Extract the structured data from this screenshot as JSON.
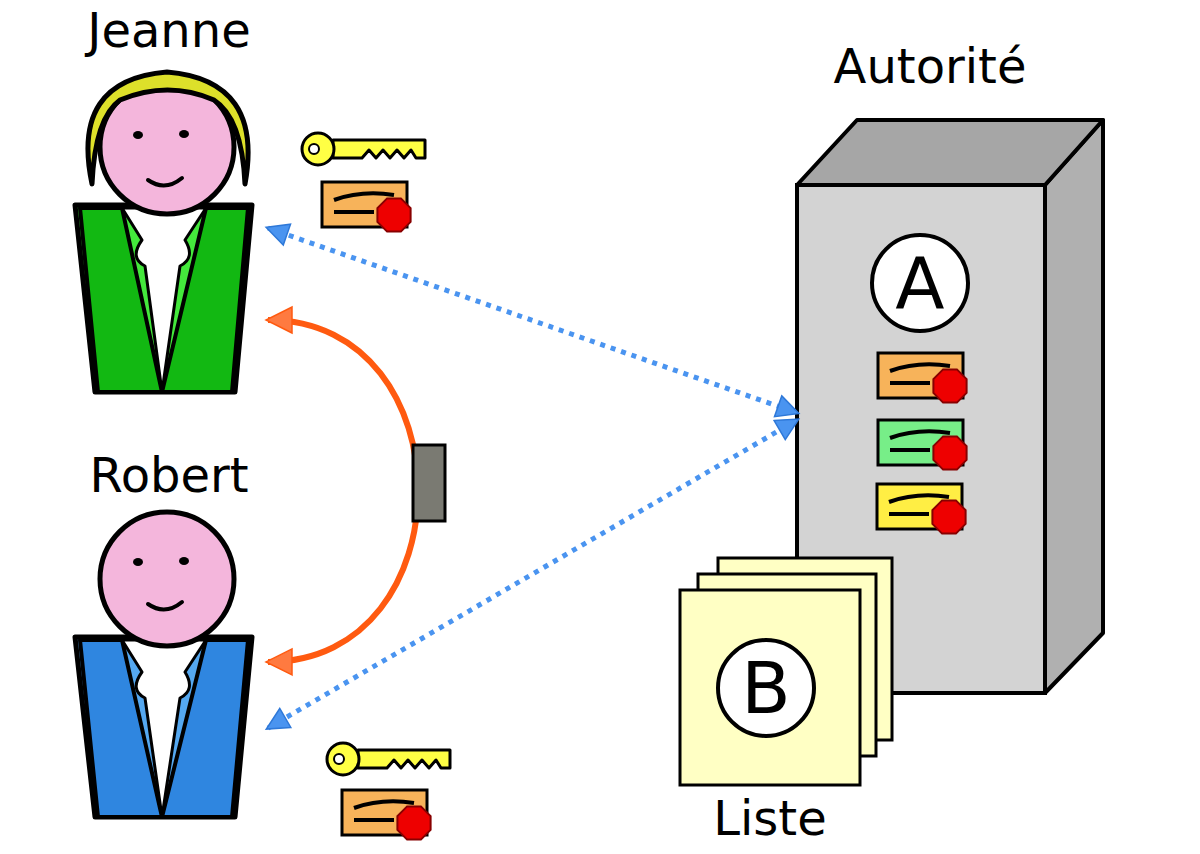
{
  "diagram": {
    "nodes": [
      {
        "text": [
          "Jeanne"
        ]
      },
      {
        "text": [
          "Robert"
        ]
      },
      {
        "text": [
          "Autorité"
        ]
      },
      {
        "text": [
          "A"
        ],
        "in": 2
      },
      {
        "text": [
          "Liste"
        ]
      },
      {
        "text": [
          "B"
        ],
        "in": 4
      }
    ],
    "edges": [
      {
        "from": 0,
        "to": 2,
        "arrow": "both"
      },
      {
        "from": 1,
        "to": 2,
        "arrow": "both"
      },
      {
        "from": 0,
        "to": 1,
        "arrow": "both"
      }
    ]
  }
}
